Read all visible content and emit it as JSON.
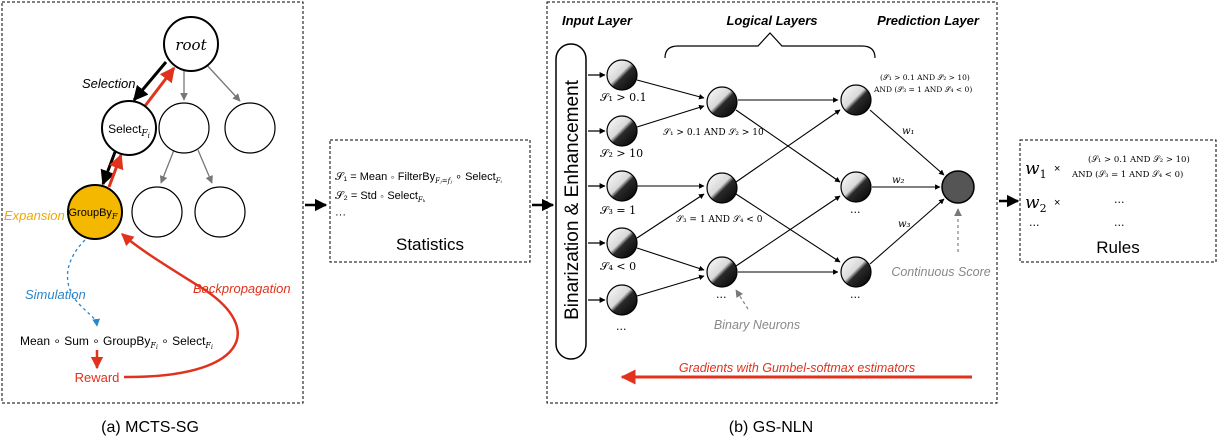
{
  "panel_a": {
    "caption": "(a) MCTS-SG",
    "root": "root",
    "select_node": "Select",
    "select_sub": "F",
    "select_subsub": "i",
    "groupby_node": "GroupBy",
    "groupby_sub": "F",
    "labels": {
      "selection": "Selection",
      "expansion": "Expansion",
      "simulation": "Simulation",
      "backpropagation": "Backpropagation",
      "reward": "Reward"
    },
    "pipeline": "Mean ∘ Sum ∘ GroupBy",
    "pipeline_tail": " ∘ Select",
    "pipeline_sub": "F",
    "pipeline_subsub": "i"
  },
  "statistics": {
    "title": "Statistics",
    "line1": "𝒮₁ = Mean ∘ FilterBy",
    "line1_sub": "Fⱼ=fⱼ",
    "line1_tail": " ∘ Select",
    "line1_tail_sub": "Fᵢ",
    "line2": "𝒮₂ = Std ∘ Select",
    "line2_sub": "Fₖ",
    "line3": "···"
  },
  "panel_b": {
    "caption": "(b) GS-NLN",
    "input_layer": "Input Layer",
    "logical_layers": "Logical Layers",
    "prediction_layer": "Prediction Layer",
    "binarization": "Binarization & Enhancement",
    "inputs": [
      "𝒮₁ > 0.1",
      "𝒮₂ > 10",
      "𝒮₃ = 1",
      "𝒮₄ < 0",
      "···"
    ],
    "hidden1": [
      "𝒮₁ > 0.1 AND 𝒮₂ > 10",
      "𝒮₃ = 1 AND 𝒮₄ < 0",
      "···"
    ],
    "hidden2_top_line1": "(𝒮₁ > 0.1 AND 𝒮₂ > 10)",
    "hidden2_top_line2": "AND (𝒮₃ = 1 AND 𝒮₄ < 0)",
    "hidden2_dots": [
      "···",
      "···"
    ],
    "weights": [
      "w₁",
      "w₂",
      "w₃"
    ],
    "continuous_score": "Continuous Score",
    "binary_neurons": "Binary Neurons",
    "gradients": "Gradients with Gumbel-softmax estimators"
  },
  "rules": {
    "title": "Rules",
    "w1": "w",
    "w1_sub": "1",
    "w2": "w",
    "w2_sub": "2",
    "times": "×",
    "rule_line1": "(𝒮₁ > 0.1 AND 𝒮₂ > 10)",
    "rule_line2": "AND (𝒮₃ = 1 AND 𝒮₄ < 0)",
    "dots": "···",
    "dots2": "···",
    "dots3": "···"
  },
  "colors": {
    "red": "#e0321c",
    "orange": "#f5b800",
    "blue": "#2a85c8",
    "gray": "#888888"
  }
}
